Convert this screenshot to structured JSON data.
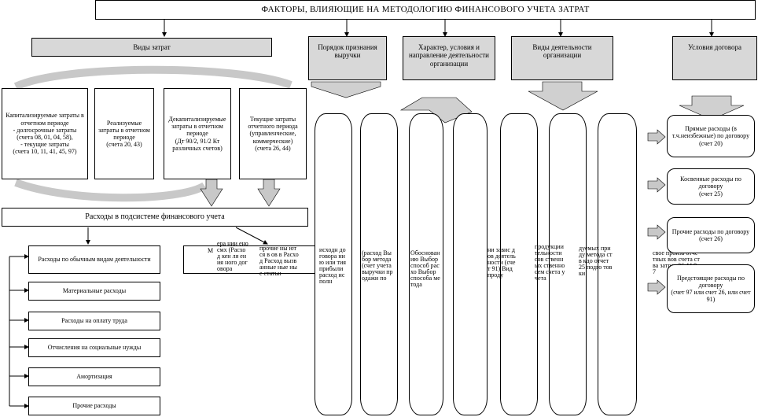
{
  "title": "ФАКТОРЫ, ВЛИЯЮЩИЕ НА МЕТОДОЛОГИЮ ФИНАНСОВОГО УЧЕТА ЗАТРАТ",
  "headers": {
    "cost_types": "Виды затрат",
    "revenue": "Порядок признания выручки",
    "character": "Характер, условия и направление деятельности организации",
    "activity": "Виды деятельности организации",
    "contract": "Условия договора"
  },
  "cost_boxes": {
    "capitalized": "Капитализируемые затраты в отчетном периоде\n- долгосрочные затраты\n(счета 08, 01, 04, 58),\n- текущие затраты\n(счета 10, 11, 41, 45, 97)",
    "realized": "Реализуемые затраты в отчетном периоде\n(счета 20, 43)",
    "decapitalized": "Декапитализируемые затраты в отчетном периоде\n(Дт 90/2, 91/2 Кт различных счетов)",
    "current": "Текущие затраты отчетного периода\n(управленческие, коммерческие)\n(счета 26, 44)"
  },
  "subsystem": "Расходы в подсистеме финансового учета",
  "ordinary_list": [
    "Расходы по обычным видам деятельности",
    "Материальные расходы",
    "Расходы на оплату труда",
    "Отчисления на социальные нужды",
    "Амортизация",
    "Прочие расходы"
  ],
  "contract_boxes": [
    "Прямые расходы (в т.ч.неизбежные) по договору\n(счет 20)",
    "Косвенные расходы по договору\n(счет 25)",
    "Прочие расходы по договору\n(счет 26)",
    "Предстоящие расходы по договору\n(счет 97 или счет 26, или счет 91)"
  ],
  "mid_box_text": "М",
  "overflow_text": {
    "g1": "ера нии ено смх (Расход кен ля ения ного договора",
    "g2": "прочие ны ются в ов в Расход Расход вызванные ные ные статьи",
    "g3": "исходн договора нию или тия прибыли расход исполн",
    "g4": "(расход Выбор метода (счет учета выручки продажи по",
    "g5": "Обоснованию Выбор способ расхо Выбор способа метода",
    "g6": "ни завис дов деятельности (счет 91) Вид проду",
    "g7": "продукции тельности сов ственных ственно сем счета учета",
    "g8": "дуемых приду метода ств кдо отчет 25 подго товки",
    "g9": "свое произв отчетных вов счета ства затрат 26 44 97"
  },
  "colors": {
    "shade": "#d8d8d8",
    "line": "#000000"
  }
}
